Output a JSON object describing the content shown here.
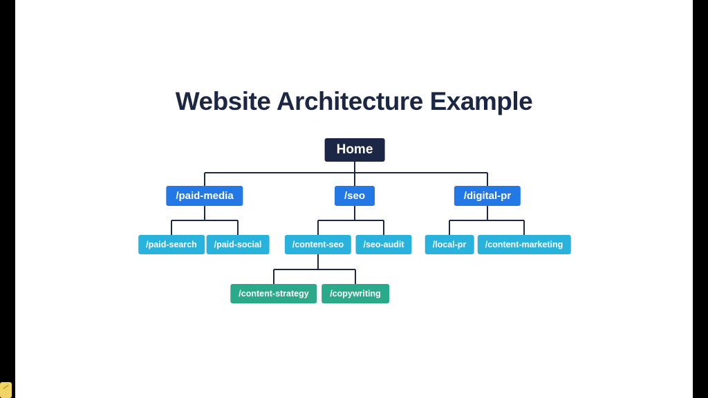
{
  "title": "Website Architecture Example",
  "colors": {
    "navy": "#1b2745",
    "blue": "#2478e5",
    "cyan": "#29b3dc",
    "teal": "#2baa8b",
    "line": "#1b2745"
  },
  "tree": {
    "home": {
      "label": "Home"
    },
    "paid_media": {
      "label": "/paid-media"
    },
    "seo": {
      "label": "/seo"
    },
    "digital_pr": {
      "label": "/digital-pr"
    },
    "paid_search": {
      "label": "/paid-search"
    },
    "paid_social": {
      "label": "/paid-social"
    },
    "content_seo": {
      "label": "/content-seo"
    },
    "seo_audit": {
      "label": "/seo-audit"
    },
    "local_pr": {
      "label": "/local-pr"
    },
    "content_marketing": {
      "label": "/content-marketing"
    },
    "content_strategy": {
      "label": "/content-strategy"
    },
    "copywriting": {
      "label": "/copywriting"
    }
  }
}
